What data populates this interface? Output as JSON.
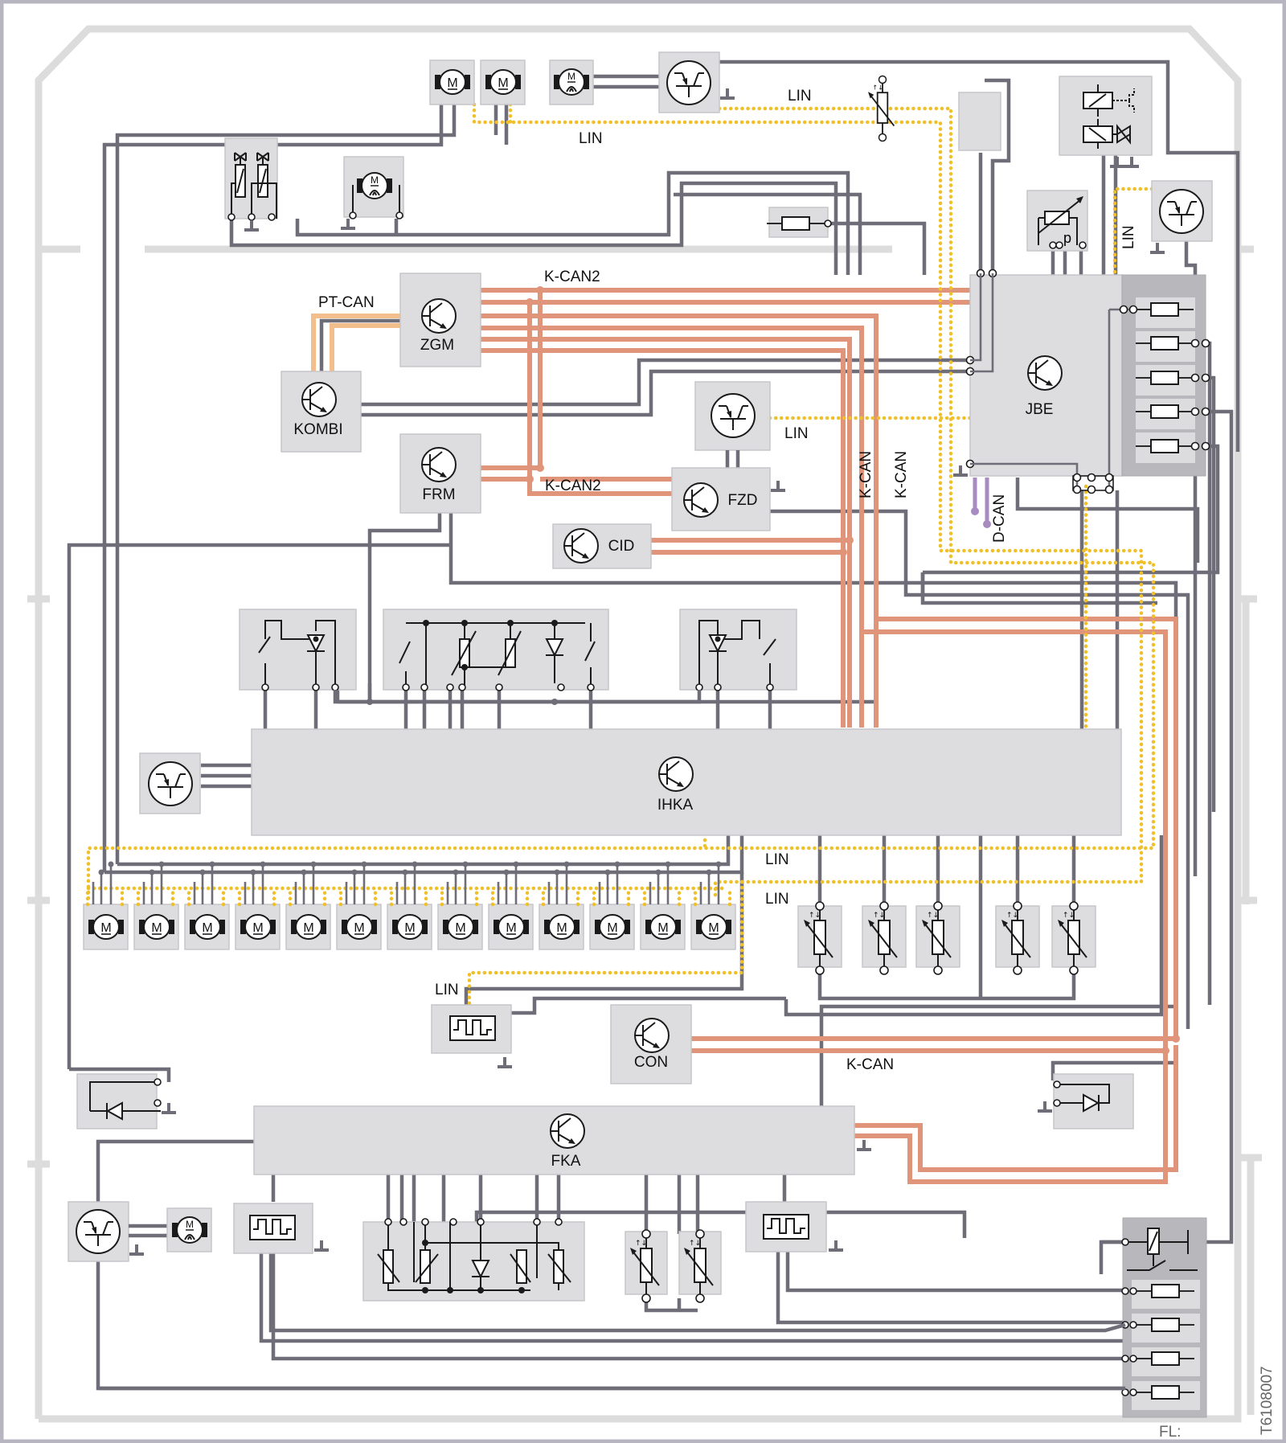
{
  "diagram": {
    "title": "IHKA / FKA climate control system circuit diagram",
    "reference_code": "T6108007",
    "footer_label": "FL:"
  },
  "control_units": {
    "zgm": "ZGM",
    "kombi": "KOMBI",
    "frm": "FRM",
    "fzd": "FZD",
    "cid": "CID",
    "jbe": "JBE",
    "ihka": "IHKA",
    "con": "CON",
    "fka": "FKA"
  },
  "buses": {
    "pt_can": "PT-CAN",
    "k_can2_top": "K-CAN2",
    "k_can2_mid": "K-CAN2",
    "k_can_v1": "K-CAN",
    "k_can_v2": "K-CAN",
    "k_can_bottom": "K-CAN",
    "d_can": "D-CAN",
    "lin_top_1": "LIN",
    "lin_top_2": "LIN",
    "lin_fzd": "LIN",
    "lin_right": "LIN",
    "lin_motors_1": "LIN",
    "lin_motors_2": "LIN",
    "lin_pwm": "LIN"
  },
  "legend": {
    "bus_colors": {
      "can": "#e0957a",
      "pt_can": "#f2bf8c",
      "d_can": "#a78bc1",
      "lin": "#f0c02a",
      "wire": "#6e6d78"
    }
  },
  "components": {
    "motor_symbol_label": "M",
    "pressure_sensor_label": "p",
    "stepper_motor_count": 13,
    "ihka_temp_sensor_count": 5,
    "jbe_fuse_count": 5,
    "rear_fuse_count": 4
  }
}
